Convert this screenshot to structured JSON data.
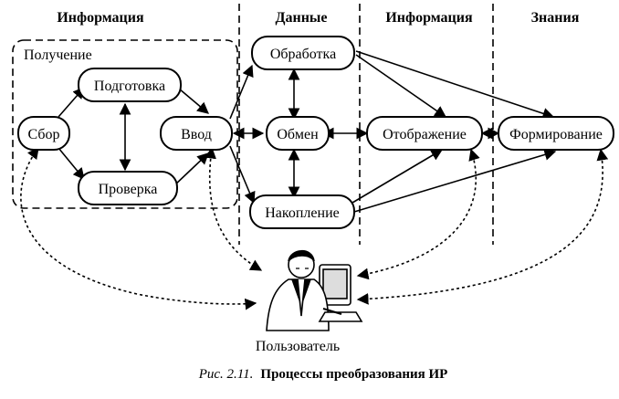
{
  "diagram": {
    "columns": {
      "info_left": "Информация",
      "data": "Данные",
      "info_right": "Информация",
      "knowledge": "Знания"
    },
    "group_label": "Получение",
    "nodes": {
      "sbor": "Сбор",
      "podgotovka": "Подготовка",
      "proverka": "Проверка",
      "vvod": "Ввод",
      "obrabotka": "Обработка",
      "obmen": "Обмен",
      "nakoplenie": "Накопление",
      "otobrazhenie": "Отображение",
      "formirovanie": "Формирование"
    },
    "user_label": "Пользователь",
    "caption": {
      "figure": "Рис. 2.11.",
      "title": "Процессы преобразования ИР"
    },
    "user_icon": "person-at-computer-icon"
  }
}
